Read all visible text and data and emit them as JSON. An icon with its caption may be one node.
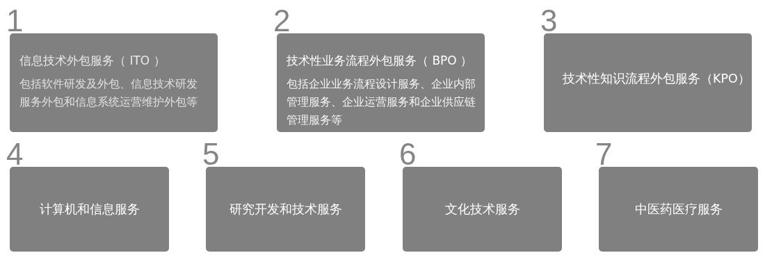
{
  "diagram": {
    "nodes": [
      {
        "text": [
          "信息技术外包服务（ ITO ）",
          "包括软件研发及外包、信息技术研发服务外包和信息系统运营维护外包等"
        ],
        "beside": [
          "1"
        ]
      },
      {
        "text": [
          "技术性业务流程外包服务（ BPO ）",
          "包括企业业务流程设计服务、企业内部管理服务、企业运营服务和企业供应链管理服务等"
        ],
        "beside": [
          "2"
        ]
      },
      {
        "text": [
          "技术性知识流程外包服务（KPO）"
        ],
        "beside": [
          "3"
        ]
      },
      {
        "text": [
          "计算机和信息服务"
        ],
        "beside": [
          "4"
        ]
      },
      {
        "text": [
          "研究开发和技术服务"
        ],
        "beside": [
          "5"
        ]
      },
      {
        "text": [
          "文化技术服务"
        ],
        "beside": [
          "6"
        ]
      },
      {
        "text": [
          "中医药医疗服务"
        ],
        "beside": [
          "7"
        ]
      }
    ]
  }
}
